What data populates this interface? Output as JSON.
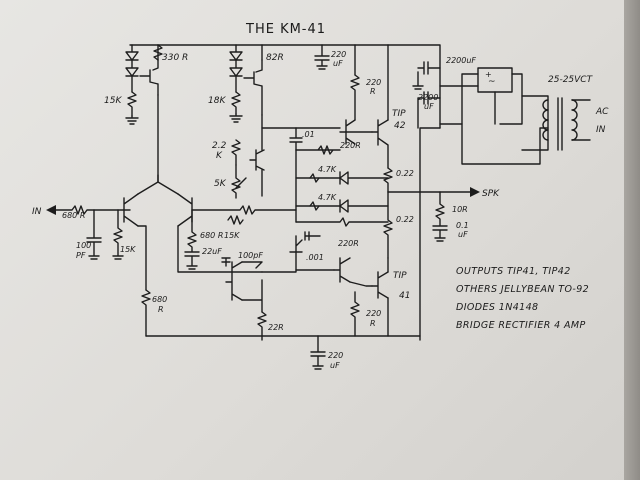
{
  "title": "THE KM-41",
  "labels": {
    "r_330": "330 R",
    "r_15k_top": "15K",
    "r_82": "82R",
    "r_18k": "18K",
    "c_220_top": "220",
    "c_220_top_unit": "uF",
    "c_2200": "2200uF",
    "r_220_top": "220",
    "r_220_top_unit": "R",
    "c_2200_b": "2200",
    "c_2200_b_unit": "uF",
    "bridge_ac": "~",
    "transformer": "25-25VCT",
    "ac_in_1": "AC",
    "ac_in_2": "IN",
    "tip42": "TIP",
    "tip42_num": "42",
    "c_01": ".01",
    "r_220_a": "220R",
    "r_2_2k_1": "2.2",
    "r_2_2k_2": "K",
    "r_47k_1": "4.7K",
    "r_022_top": "0.22",
    "spk": "SPK",
    "r_5k": "5K",
    "r_47k_2": "4.7K",
    "r_022_bot": "0.22",
    "r_10": "10R",
    "c_01_out_1": "0.1",
    "c_01_out_2": "uF",
    "r_680_in": "680 R",
    "in": "IN",
    "c_100pf": "100",
    "c_100pf_unit": "PF",
    "r_15k_in": "15K",
    "r_680_fb": "680 R",
    "r_15k_fb": "15K",
    "c_22uf": "22uF",
    "r_220_b": "220R",
    "c_001": ".001",
    "c_100pf_b": "100pF",
    "r_680_bot_1": "680",
    "r_680_bot_2": "R",
    "r_22": "22R",
    "tip41": "TIP",
    "tip41_num": "41",
    "r_220_bot_1": "220",
    "r_220_bot_2": "R",
    "c_220_bot_1": "220",
    "c_220_bot_2": "uF"
  },
  "notes": [
    "OUTPUTS TIP41, TIP42",
    "OTHERS JELLYBEAN TO-92",
    "DIODES 1N4148",
    "BRIDGE RECTIFIER 4 AMP"
  ]
}
